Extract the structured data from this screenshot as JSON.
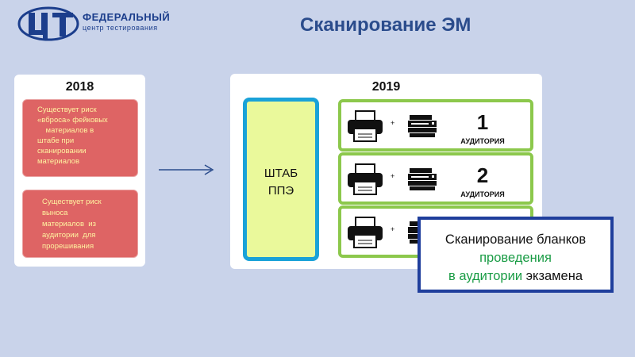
{
  "logo": {
    "line1": "ФЕДЕРАЛЬНЫЙ",
    "line2": "центр тестирования"
  },
  "title": "Сканирование ЭМ",
  "left_panel": {
    "year": "2018",
    "risks": [
      {
        "lines": [
          "Существует риск",
          "«вброса» фейковых",
          "    материалов в",
          "штабе при",
          "сканировании",
          "материалов"
        ]
      },
      {
        "lines": [
          "Существует риск",
          "выноса",
          "материалов  из",
          "аудитории  для",
          "прорешивания"
        ]
      }
    ]
  },
  "right_panel": {
    "year": "2019",
    "hq": {
      "line1": "ШТАБ",
      "line2": "ППЭ"
    },
    "rooms": [
      {
        "number": "1",
        "label": "АУДИТОРИЯ",
        "plus": "+"
      },
      {
        "number": "2",
        "label": "АУДИТОРИЯ",
        "plus": "+"
      },
      {
        "number": "",
        "label": "",
        "plus": "+"
      }
    ]
  },
  "callout": {
    "line1": "Сканирование бланков",
    "line2": "проведения",
    "line3_green": "в аудитории",
    "line3_rest": " экзамена"
  },
  "colors": {
    "background": "#c9d3ea",
    "risk_box": "#de6464",
    "hq_fill": "#eaf99b",
    "hq_border": "#1aa2d8",
    "room_border": "#8cc84c",
    "accent_green": "#1a9c45",
    "callout_border": "#1f3e9c"
  }
}
